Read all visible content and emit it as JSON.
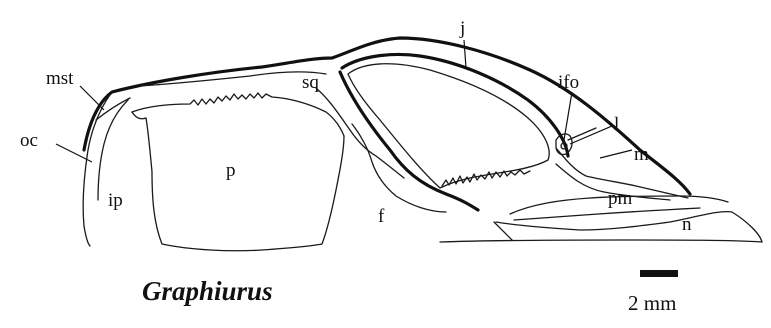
{
  "figure": {
    "title": "Graphiurus",
    "scale_bar": "2 mm",
    "labels": {
      "j": "j",
      "mst": "mst",
      "sq": "sq",
      "ifo": "ifo",
      "oc": "oc",
      "l": "l",
      "m": "m",
      "p": "p",
      "ip": "ip",
      "pm": "pm",
      "f": "f",
      "n": "n"
    }
  }
}
